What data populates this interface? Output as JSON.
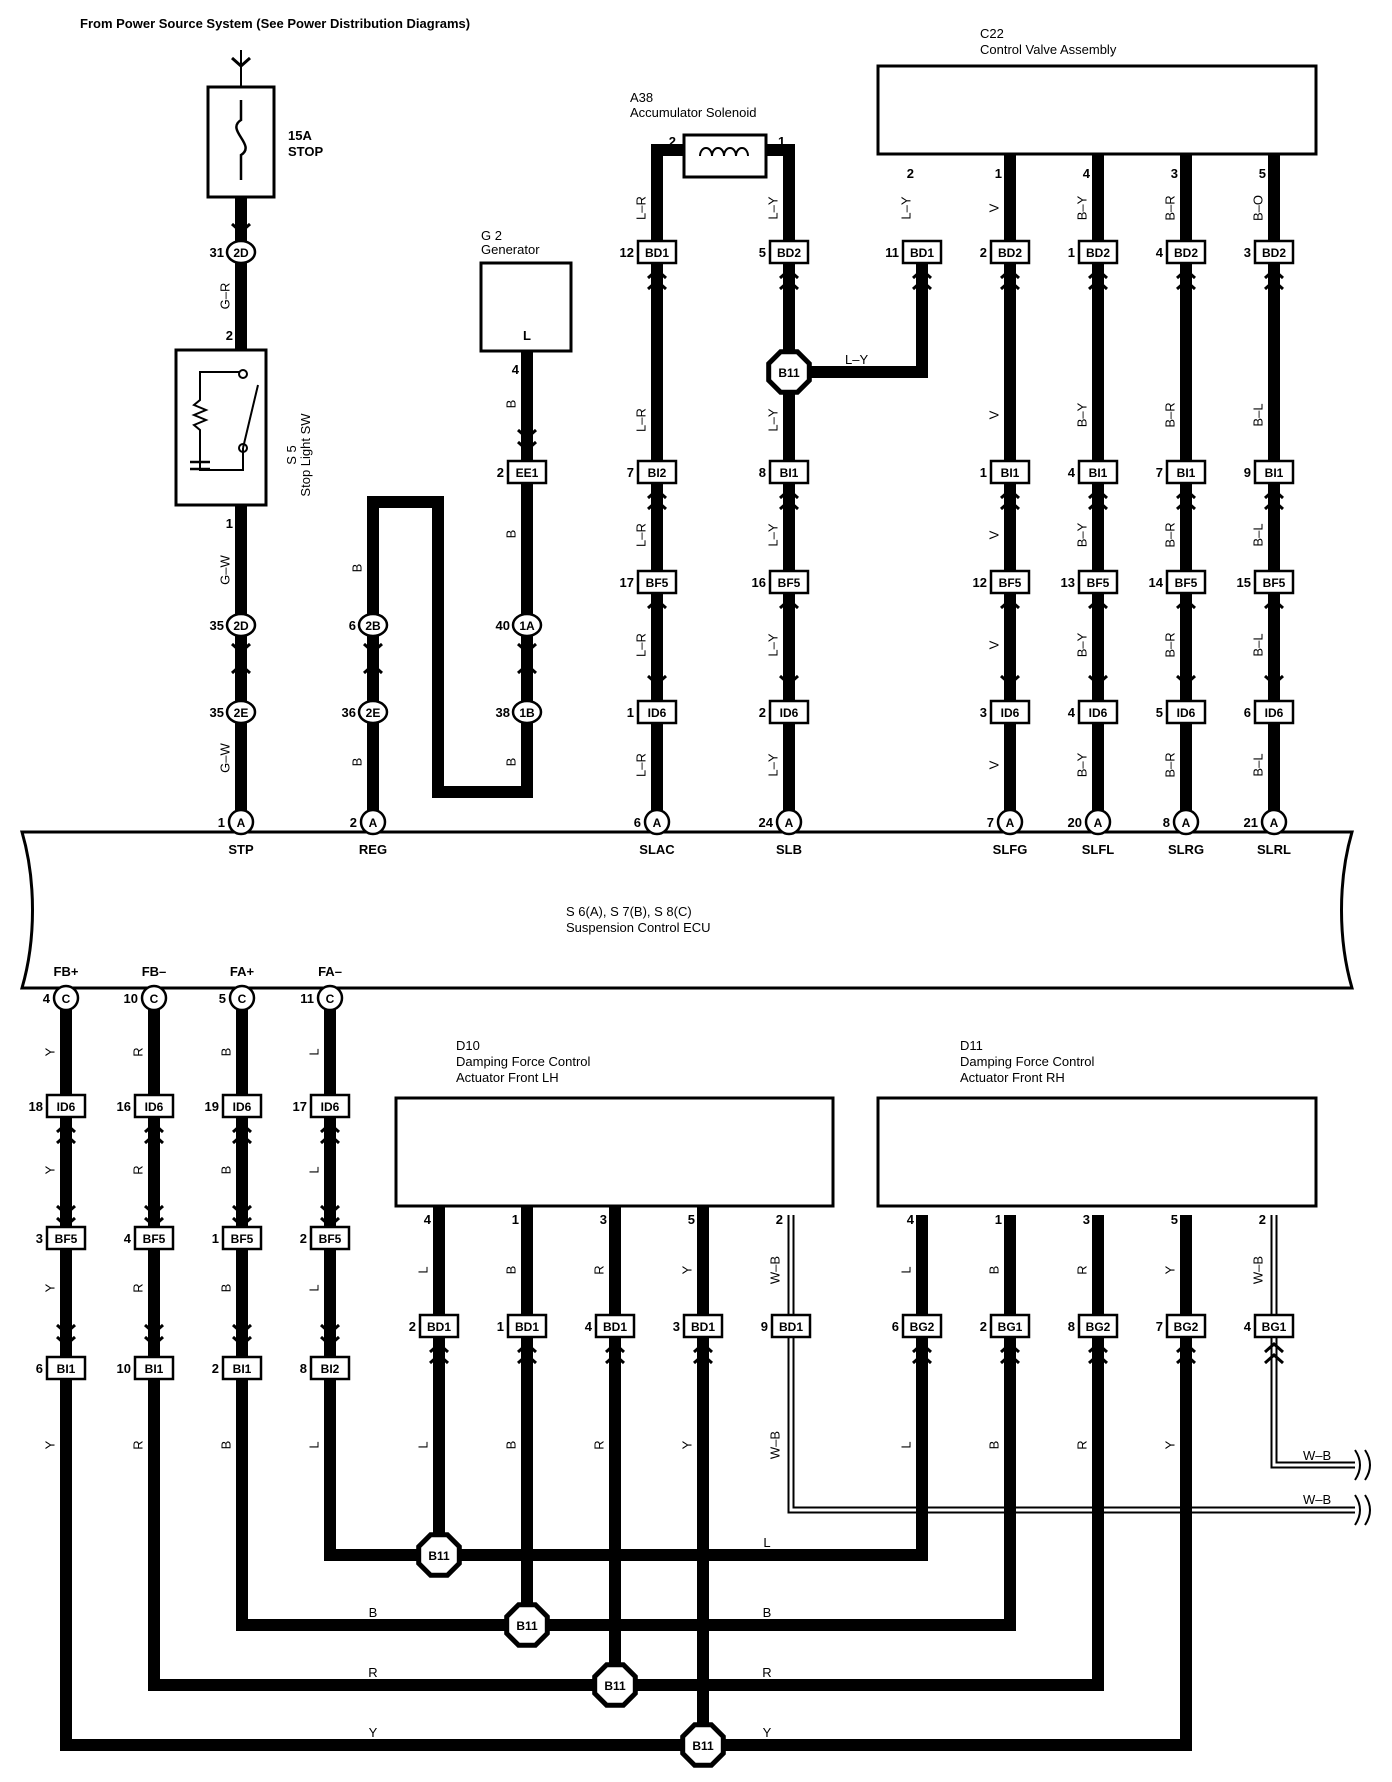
{
  "power_source": "From Power Source System (See Power Distribution Diagrams)",
  "fuse": {
    "rating": "15A",
    "name": "STOP"
  },
  "stop_light_sw": {
    "code": "S 5",
    "name": "Stop Light SW"
  },
  "generator": {
    "code": "G 2",
    "name": "Generator",
    "terminal": "L"
  },
  "accumulator": {
    "code": "A38",
    "name": "Accumulator Solenoid"
  },
  "control_valve": {
    "code": "C22",
    "name": "Control Valve Assembly"
  },
  "ecu": {
    "code": "S 6(A), S 7(B), S 8(C)",
    "name": "Suspension Control ECU"
  },
  "d10": {
    "code": "D10",
    "line1": "Damping Force Control",
    "line2": "Actuator Front LH"
  },
  "d11": {
    "code": "D11",
    "line1": "Damping Force Control",
    "line2": "Actuator Front RH"
  },
  "top_signals": [
    "STP",
    "REG",
    "SLAC",
    "SLB",
    "SLFG",
    "SLFL",
    "SLRG",
    "SLRL"
  ],
  "bottom_signals": [
    "FB+",
    "FB–",
    "FA+",
    "FA–"
  ],
  "splice": "B11",
  "ground": "W–B",
  "wire_colors": {
    "stp_upper": "G–R",
    "stp_lower": "G–W",
    "reg": "B",
    "gen": "B",
    "slac": "L–R",
    "slb": "L–Y",
    "slfg": "V",
    "slfl": "B–Y",
    "slrg": "B–R",
    "slrl": "B–L",
    "slrl_top": "B–O",
    "y": "Y",
    "r": "R",
    "b": "B",
    "l": "L",
    "wb": "W–B"
  },
  "pins": {
    "fuse_2d": "31",
    "sw_in": "2",
    "sw_out": "1",
    "c2d_35": "35",
    "c2e_35": "35",
    "c2b": "6",
    "c2e_36": "36",
    "gen_pin": "4",
    "ee1": "2",
    "c1a": "40",
    "c1b": "38",
    "acc_l": "2",
    "acc_r": "1",
    "cva": [
      "2",
      "1",
      "4",
      "3",
      "5"
    ],
    "bd_top": [
      "12",
      "5",
      "11",
      "2",
      "1",
      "4",
      "3"
    ],
    "bi_top": [
      "7",
      "8",
      "1",
      "4",
      "7",
      "9"
    ],
    "bf_top": [
      "17",
      "16",
      "12",
      "13",
      "14",
      "15"
    ],
    "id_top": [
      "1",
      "2",
      "3",
      "4",
      "5",
      "6"
    ],
    "ecu_top": [
      "1",
      "2",
      "6",
      "24",
      "7",
      "20",
      "8",
      "21"
    ],
    "ecu_bot": [
      "4",
      "10",
      "5",
      "11"
    ],
    "id_bot": [
      "18",
      "16",
      "19",
      "17"
    ],
    "bf_bot": [
      "3",
      "4",
      "1",
      "2"
    ],
    "bi_bot": [
      "6",
      "10",
      "2",
      "8"
    ],
    "d10_pins": [
      "4",
      "1",
      "3",
      "5",
      "2"
    ],
    "d10_bd": [
      "2",
      "1",
      "4",
      "3",
      "9"
    ],
    "d11_pins": [
      "4",
      "1",
      "3",
      "5",
      "2"
    ],
    "d11_bg": [
      "6",
      "2",
      "8",
      "7",
      "4"
    ]
  },
  "connectors": {
    "c2d": "2D",
    "c2e": "2E",
    "c2b": "2B",
    "c1a": "1A",
    "c1b": "1B",
    "ee1": "EE1",
    "a": "A",
    "c": "C",
    "bd_top": [
      "BD1",
      "BD2",
      "BD1",
      "BD2",
      "BD2",
      "BD2",
      "BD2"
    ],
    "bi_top": [
      "BI2",
      "BI1",
      "BI1",
      "BI1",
      "BI1",
      "BI1"
    ],
    "bf": "BF5",
    "id": "ID6",
    "bi_bot": [
      "BI1",
      "BI1",
      "BI1",
      "BI2"
    ],
    "bd1": "BD1",
    "bg_bot": [
      "BG2",
      "BG1",
      "BG2",
      "BG2",
      "BG1"
    ]
  }
}
